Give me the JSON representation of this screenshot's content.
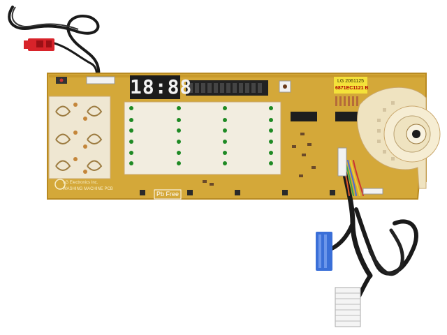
{
  "display": {
    "digits": "18:88"
  },
  "board": {
    "pb_free_label": "Pb Free",
    "lg_label_line1": "LG 2061125",
    "lg_label_line2": "6871EC1121 B",
    "silkscreen_line1": "LG Electronics Inc.",
    "silkscreen_line2": "WASHING MACHINE PCB"
  },
  "colors": {
    "pcb": "#d4a839",
    "pcb_edge": "#b88a22",
    "led_green": "#1f8a24",
    "display_bg": "#1c1c1c",
    "cable": "#1a1a1a",
    "connector_blue": "#3a6fd8",
    "connector_red": "#d8232a"
  }
}
